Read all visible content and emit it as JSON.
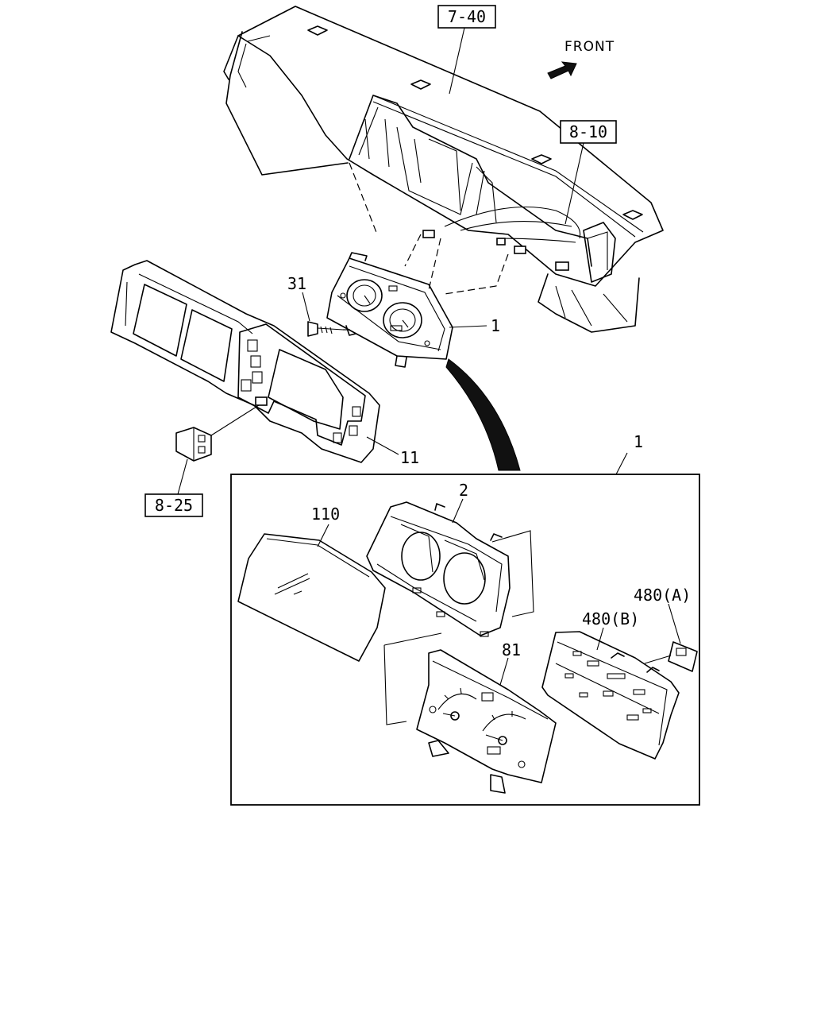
{
  "orientation": {
    "label": "FRONT",
    "arrow_icon": "arrow-up-right-icon"
  },
  "references": [
    {
      "id": "ref-7-40",
      "text": "7-40"
    },
    {
      "id": "ref-8-10",
      "text": "8-10"
    },
    {
      "id": "ref-8-25",
      "text": "8-25"
    }
  ],
  "callouts": {
    "c31": "31",
    "c1_top": "1",
    "c11": "11",
    "c1_detail": "1",
    "c2": "2",
    "c110": "110",
    "c81": "81",
    "c480b": "480(B)",
    "c480a": "480(A)"
  },
  "colors": {
    "line": "#000000",
    "background": "#ffffff"
  }
}
